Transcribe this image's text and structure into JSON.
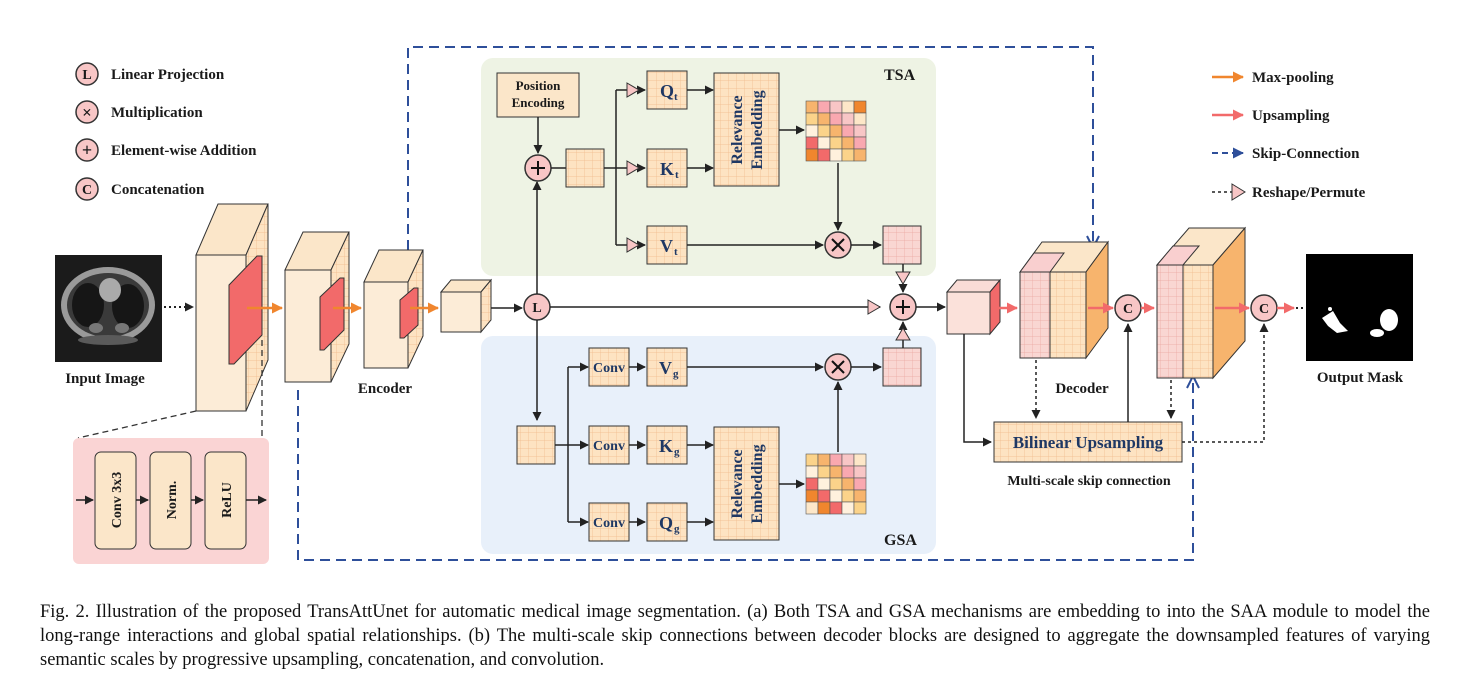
{
  "legend_left": {
    "items": [
      {
        "glyph": "L",
        "label": "Linear Projection"
      },
      {
        "glyph": "×",
        "label": "Multiplication"
      },
      {
        "glyph": "+",
        "label": "Element-wise Addition"
      },
      {
        "glyph": "C",
        "label": "Concatenation"
      }
    ]
  },
  "legend_right": {
    "items": [
      {
        "label": "Max-pooling",
        "color": "#f0862e"
      },
      {
        "label": "Upsampling",
        "color": "#f26a6a"
      },
      {
        "label": "Skip-Connection",
        "color": "#2e4f9a"
      },
      {
        "label": "Reshape/Permute",
        "color": "#222222"
      }
    ]
  },
  "labels": {
    "input_image": "Input Image",
    "encoder": "Encoder",
    "decoder": "Decoder",
    "output_mask": "Output Mask",
    "tsa": "TSA",
    "gsa": "GSA",
    "position_encoding_1": "Position",
    "position_encoding_2": "Encoding",
    "relevance_1": "Relevance",
    "relevance_2": "Embedding",
    "conv": "Conv",
    "q": "Q",
    "k": "K",
    "v": "V",
    "sub_t": "t",
    "sub_g": "g",
    "bilinear": "Bilinear Upsampling",
    "multiscale": "Multi-scale skip connection",
    "conv3x3": "Conv 3x3",
    "norm": "Norm.",
    "relu": "ReLU",
    "linear_glyph": "L",
    "concat_glyph": "C"
  },
  "caption": "Fig. 2.  Illustration of the proposed TransAttUnet for automatic medical image segmentation. (a) Both TSA and GSA mechanisms are embedding to into the SAA module to model the long-range interactions and global spatial relationships. (b) The multi-scale skip connections between decoder blocks are designed to aggregate the downsampled features of varying semantic scales by progressive upsampling, concatenation, and convolution.",
  "colors": {
    "tsa_bg": "#eef3e4",
    "gsa_bg": "#e8f0fa",
    "block_fill": "#fde7c8",
    "conv_detail_bg": "#fad4d4",
    "skip": "#2e4f9a"
  }
}
